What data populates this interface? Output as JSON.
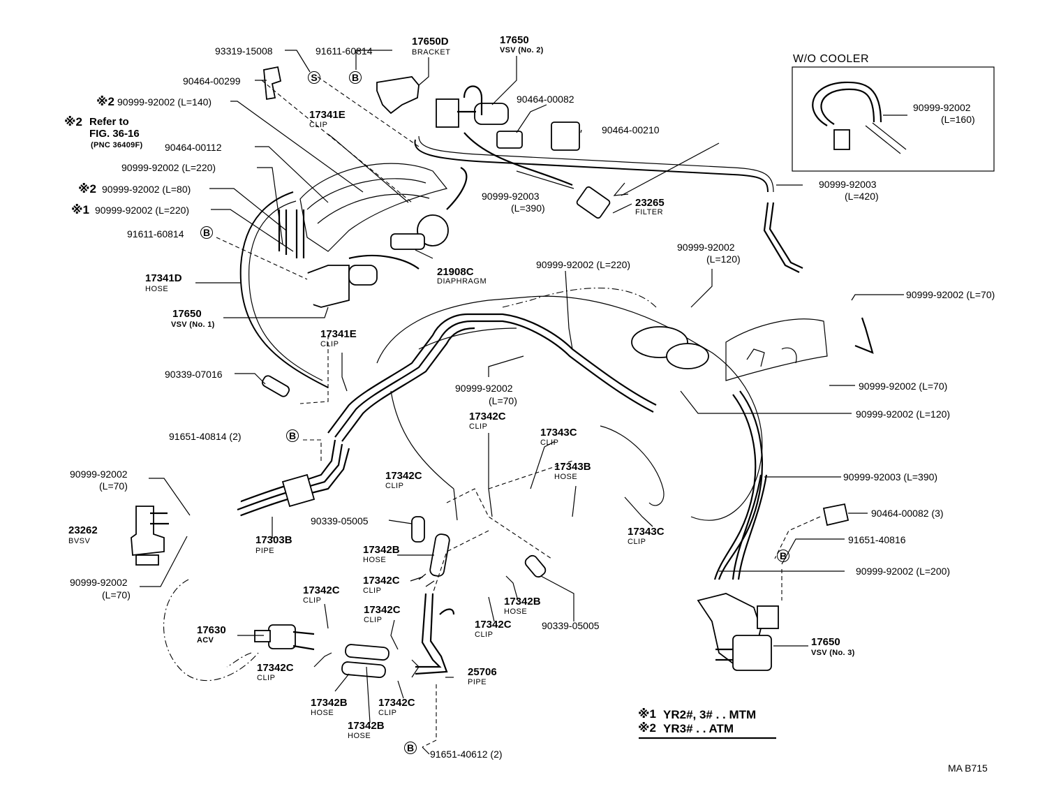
{
  "callouts": {
    "c01": "93319-15008",
    "c02": "91611-60814",
    "c03": "17650D",
    "c03s": "BRACKET",
    "c04": "17650",
    "c04s": "VSV (No. 2)",
    "c05": "90464-00299",
    "c06m": "※2",
    "c06": "90999-92002 (L=140)",
    "c07m": "※2",
    "c07": "Refer to",
    "c07b": "FIG. 36-16",
    "c07c": "(PNC 36409F)",
    "c08": "17341E",
    "c08s": "CLIP",
    "c09": "90464-00082",
    "c10": "90464-00210",
    "c11": "90464-00112",
    "c12": "90999-92002 (L=220)",
    "c13m": "※2",
    "c13": "90999-92002 (L=80)",
    "c14m": "※1",
    "c14": "90999-92002 (L=220)",
    "c15": "91611-60814",
    "c16": "90999-92003",
    "c16b": "(L=390)",
    "c17": "23265",
    "c17s": "FILTER",
    "c18": "21908C",
    "c18s": "DIAPHRAGM",
    "c19": "17341D",
    "c19s": "HOSE",
    "c20": "17650",
    "c20s": "VSV (No. 1)",
    "c21": "17341E",
    "c21s": "CLIP",
    "c22": "90339-07016",
    "c23": "90999-92002 (L=220)",
    "c24": "90999-92002",
    "c24b": "(L=120)",
    "c25": "90999-92002 (L=70)",
    "c26": "90999-92002",
    "c26b": "(L=70)",
    "c27": "90999-92002 (L=70)",
    "c28": "90999-92002 (L=120)",
    "c29": "91651-40814 (2)",
    "c30": "17342C",
    "c30s": "CLIP",
    "c31": "17343C",
    "c31s": "CLIP",
    "c32": "90999-92002",
    "c32b": "(L=70)",
    "c33": "23262",
    "c33s": "BVSV",
    "c34": "17303B",
    "c34s": "PIPE",
    "c35": "17342C",
    "c35s": "CLIP",
    "c36": "17343B",
    "c36s": "HOSE",
    "c37": "90999-92003 (L=390)",
    "c38": "90339-05005",
    "c39": "17343C",
    "c39s": "CLIP",
    "c40": "90464-00082 (3)",
    "c41": "17342B",
    "c41s": "HOSE",
    "c42": "91651-40816",
    "c43": "90999-92002",
    "c43b": "(L=70)",
    "c44": "17342C",
    "c44s": "CLIP",
    "c45": "90999-92002 (L=200)",
    "c46": "17342B",
    "c46s": "HOSE",
    "c47": "17342C",
    "c47s": "CLIP",
    "c48": "90339-05005",
    "c49": "17342C",
    "c49s": "CLIP",
    "c50": "17342C",
    "c50s": "CLIP",
    "c51": "17630",
    "c51s": "ACV",
    "c52": "17342C",
    "c52s": "CLIP",
    "c53": "25706",
    "c53s": "PIPE",
    "c54": "17650",
    "c54s": "VSV (No. 3)",
    "c55": "17342B",
    "c55s": "HOSE",
    "c56": "17342C",
    "c56s": "CLIP",
    "c57": "17342B",
    "c57s": "HOSE",
    "c58": "91651-40612 (2)"
  },
  "inset": {
    "title": "W/O COOLER",
    "part": "90999-92002",
    "length": "(L=160)"
  },
  "inset2": {
    "part": "90999-92003",
    "length": "(L=420)"
  },
  "badges": {
    "s": "S",
    "b": "B"
  },
  "legend": {
    "n1_mark": "※1",
    "n1_text": "YR2#, 3# . . MTM",
    "n2_mark": "※2",
    "n2_text": "YR3# . . ATM"
  },
  "drawing_code": "MA  B715"
}
